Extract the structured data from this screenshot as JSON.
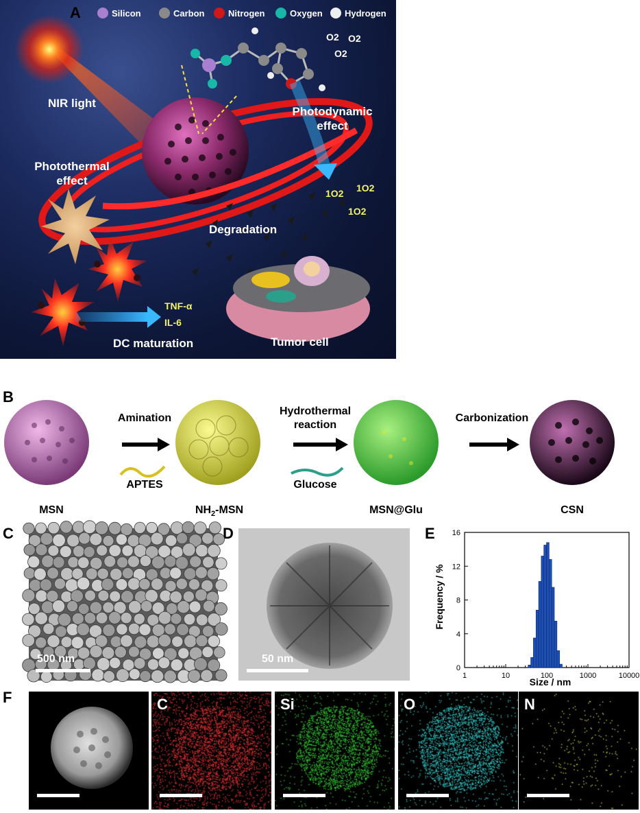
{
  "panels": {
    "a": "A",
    "b": "B",
    "c": "C",
    "d": "D",
    "e": "E",
    "f": "F"
  },
  "panelA": {
    "legend": [
      {
        "name": "Silicon",
        "color": "#a97fd0"
      },
      {
        "name": "Carbon",
        "color": "#8a8a8a"
      },
      {
        "name": "Nitrogen",
        "color": "#d01818"
      },
      {
        "name": "Oxygen",
        "color": "#18b8a8"
      },
      {
        "name": "Hydrogen",
        "color": "#eeeeee"
      }
    ],
    "nir_light": "NIR light",
    "photothermal": "Photothermal",
    "photothermal2": "effect",
    "photodynamic": "Photodynamic",
    "photodynamic2": "effect",
    "degradation": "Degradation",
    "o2": "O2",
    "singlet_o2": "1O2",
    "tnf": "TNF-α",
    "il6": "IL-6",
    "dc_maturation": "DC maturation",
    "tumor_cell": "Tumor cell"
  },
  "panelB": {
    "amination": "Amination",
    "aptes": "APTES",
    "hydrothermal1": "Hydrothermal",
    "hydrothermal2": "reaction",
    "glucose": "Glucose",
    "carbonization": "Carbonization",
    "msn": "MSN",
    "nh2_prefix": "NH",
    "nh2_sub": "2",
    "nh2_suffix": "-MSN",
    "msn_glu": "MSN@Glu",
    "csn": "CSN"
  },
  "panelC": {
    "scale": "500 nm"
  },
  "panelD": {
    "scale": "50 nm"
  },
  "panelF": {
    "maps": [
      {
        "label": "",
        "color": "#d8d8d8"
      },
      {
        "label": "C",
        "color": "#e03030"
      },
      {
        "label": "Si",
        "color": "#30c030"
      },
      {
        "label": "O",
        "color": "#30c0c0"
      },
      {
        "label": "N",
        "color": "#c8d040"
      }
    ]
  },
  "chart_data": {
    "type": "bar",
    "xlabel": "Size / nm",
    "ylabel": "Frequency / %",
    "xscale": "log",
    "xlim": [
      1,
      10000
    ],
    "ylim": [
      0,
      16
    ],
    "xticks": [
      "1",
      "10",
      "100",
      "1000",
      "10000"
    ],
    "yticks": [
      "0",
      "4",
      "8",
      "12",
      "16"
    ],
    "x": [
      37.8,
      43.8,
      50.7,
      58.8,
      68.1,
      78.8,
      91.3,
      105.7,
      122.4,
      141.8,
      164.2,
      190.1,
      220.2
    ],
    "values": [
      0.3,
      1.2,
      3.5,
      6.8,
      10.2,
      13.2,
      14.5,
      14.8,
      12.8,
      9.5,
      5.5,
      2.0,
      0.4
    ],
    "bar_color": "#1f4fb5"
  }
}
